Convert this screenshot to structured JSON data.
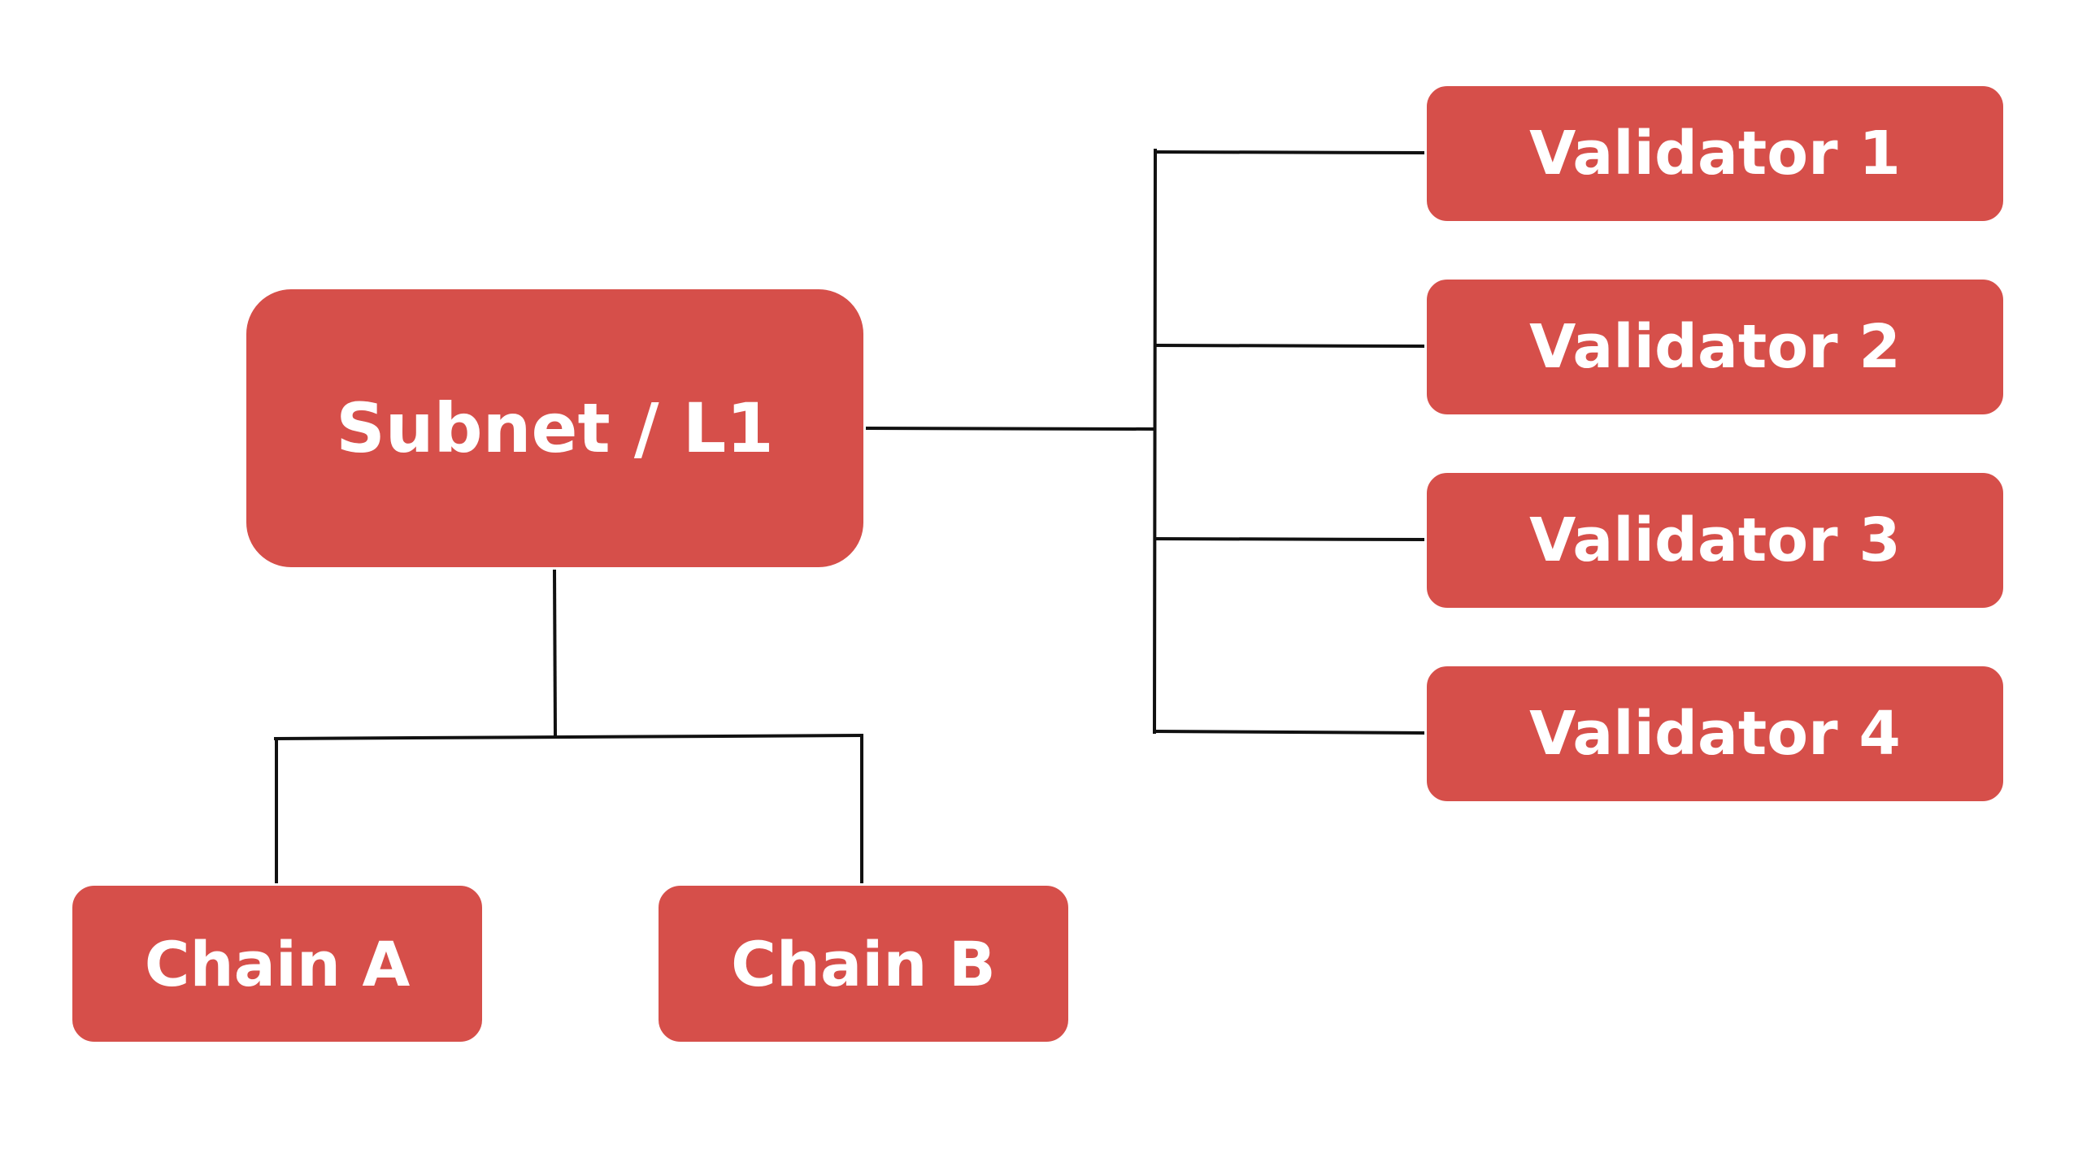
{
  "diagram": {
    "root": {
      "label": "Subnet / L1"
    },
    "chains": [
      {
        "label": "Chain A"
      },
      {
        "label": "Chain B"
      }
    ],
    "validators": [
      {
        "label": "Validator 1"
      },
      {
        "label": "Validator 2"
      },
      {
        "label": "Validator 3"
      },
      {
        "label": "Validator 4"
      }
    ],
    "colors": {
      "node_fill": "#d64f4a",
      "node_text": "#ffffff",
      "connector": "#111111",
      "background": "#ffffff"
    }
  }
}
